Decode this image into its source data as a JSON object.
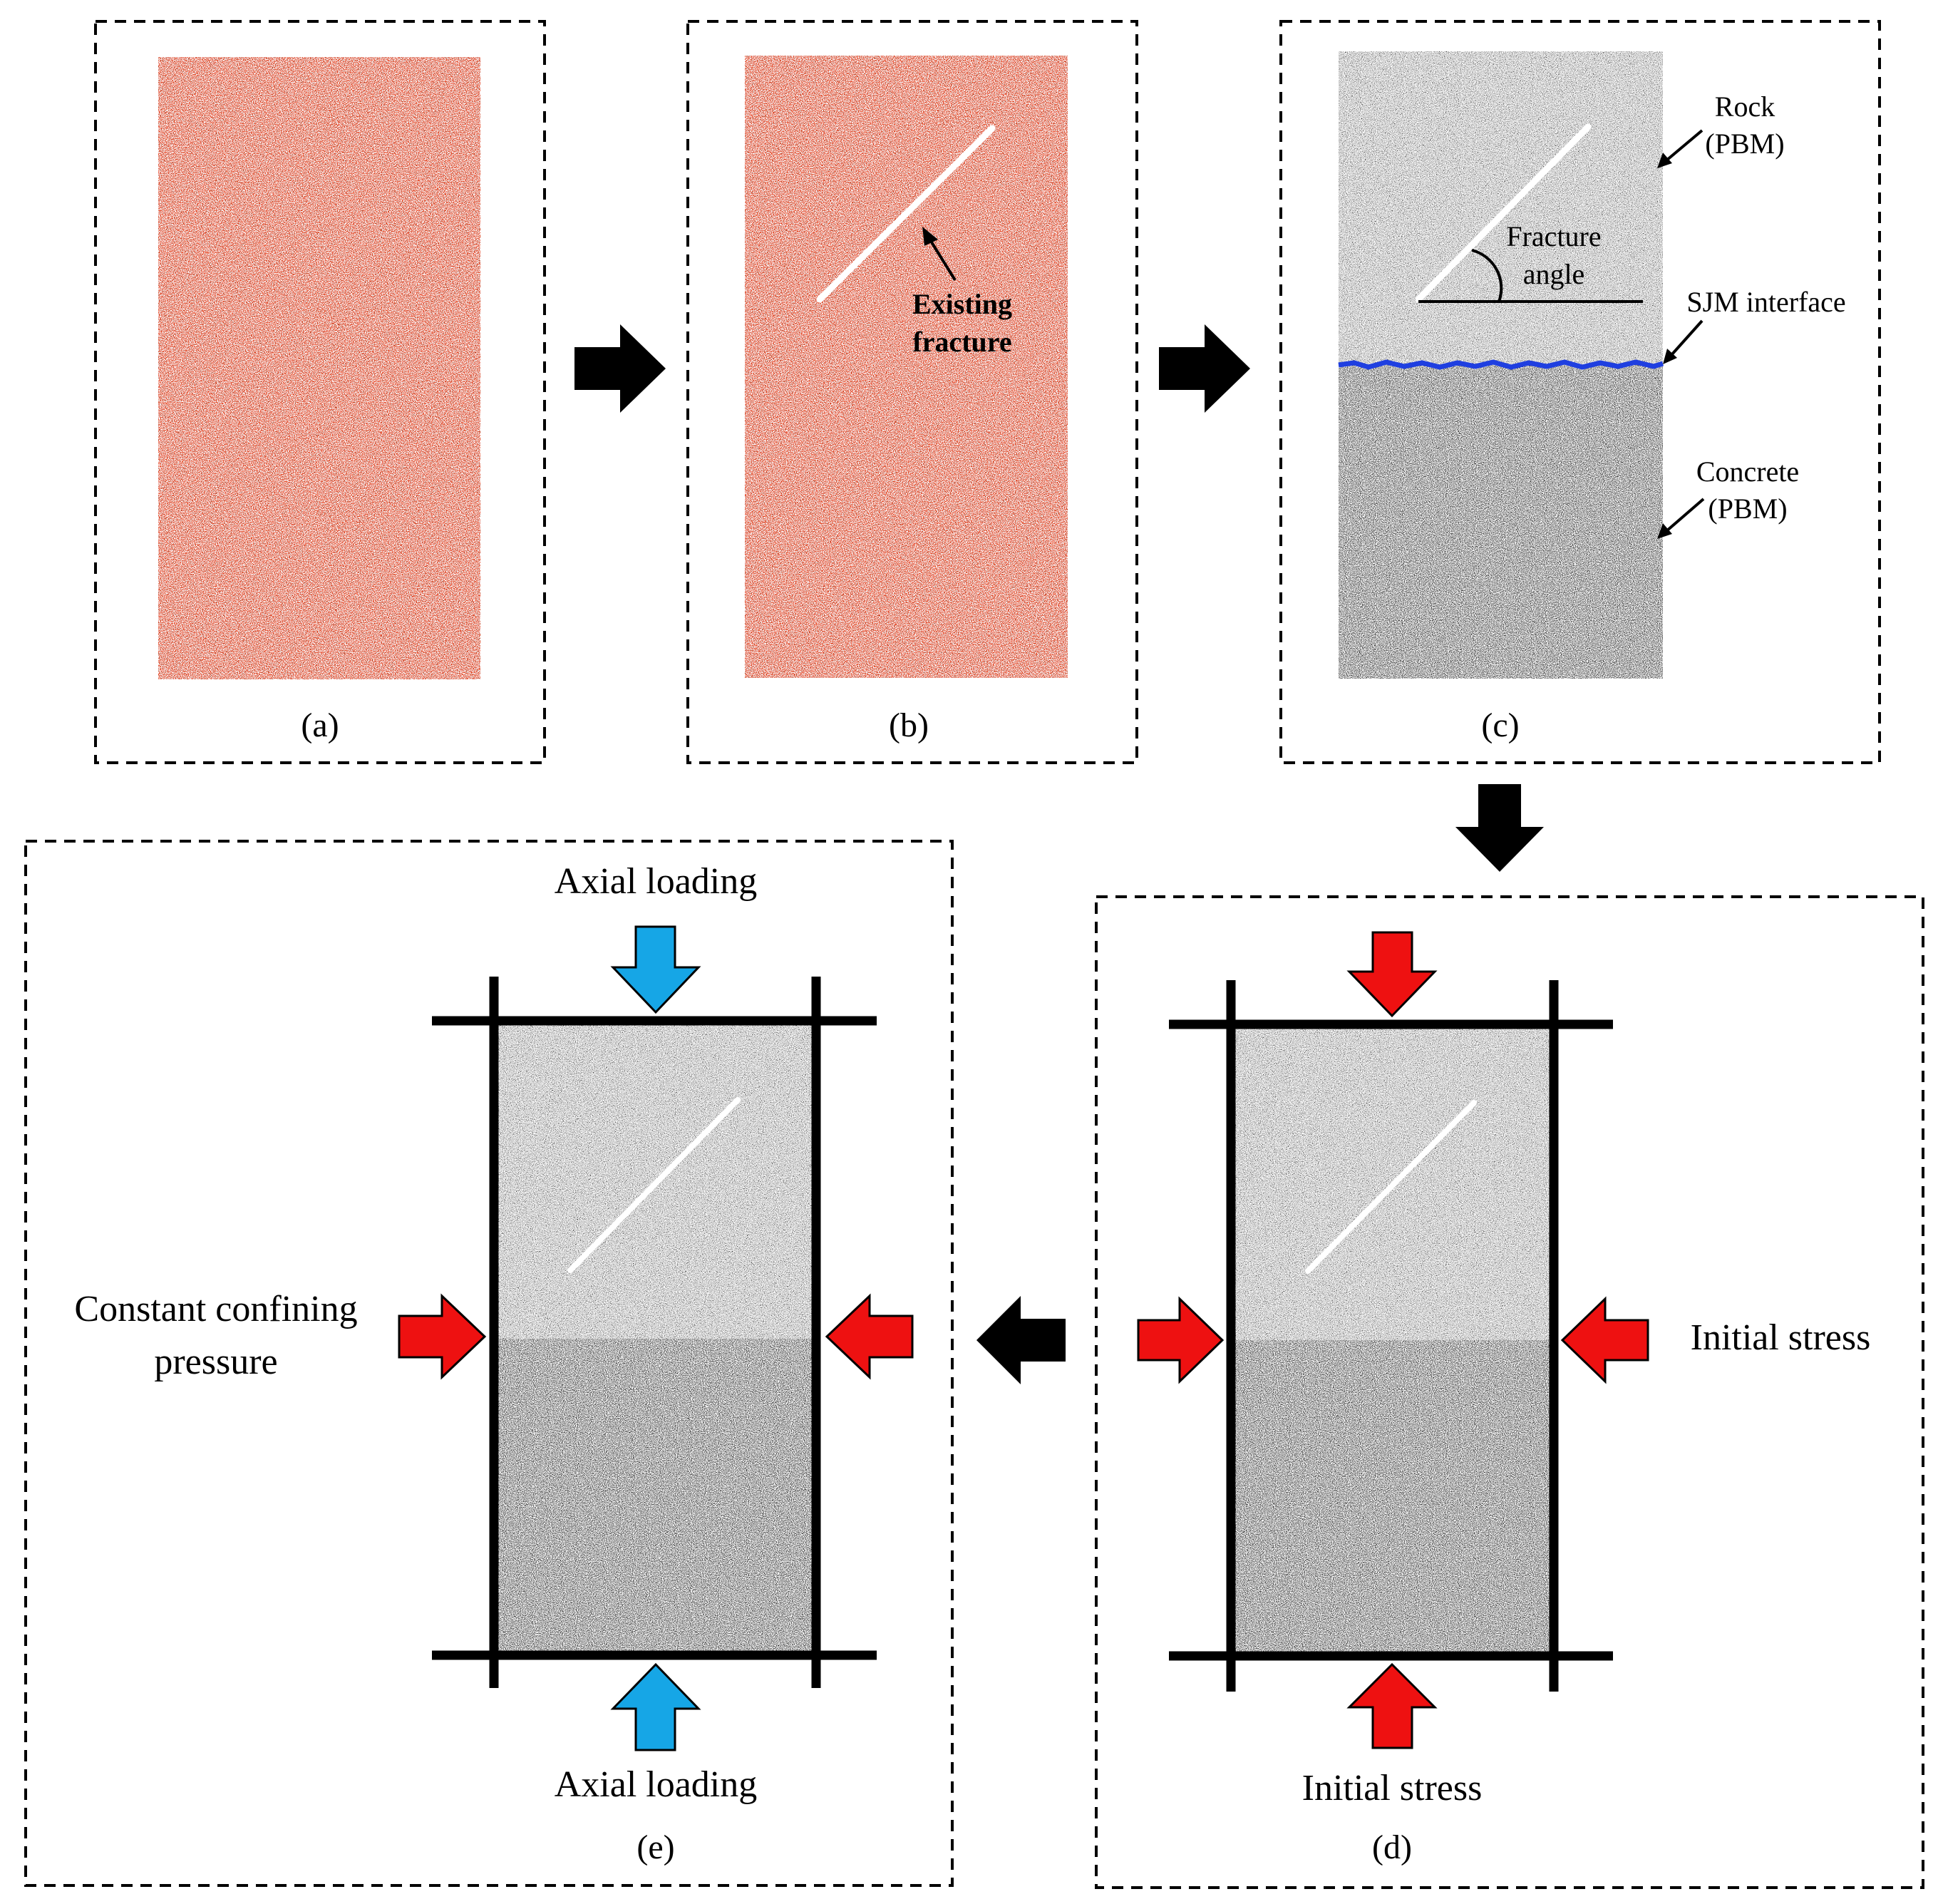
{
  "panels": {
    "a": {
      "caption": "(a)"
    },
    "b": {
      "caption": "(b)",
      "fracture_label_line1": "Existing",
      "fracture_label_line2": "fracture"
    },
    "c": {
      "caption": "(c)",
      "rock_line1": "Rock",
      "rock_line2": "(PBM)",
      "angle_line1": "Fracture",
      "angle_line2": "angle",
      "interface_label": "SJM interface",
      "concrete_line1": "Concrete",
      "concrete_line2": "(PBM)"
    },
    "d": {
      "caption": "(d)",
      "side_label": "Initial stress",
      "bottom_label": "Initial stress"
    },
    "e": {
      "caption": "(e)",
      "top_label": "Axial loading",
      "bottom_label": "Axial loading",
      "left_line1": "Constant confining",
      "left_line2": "pressure"
    }
  },
  "colors": {
    "orange_particles": "#e8421c",
    "rock_gray": "#b4b4b4",
    "concrete_gray": "#616161",
    "interface_blue": "#1f3fe0",
    "stress_red": "#ee1111",
    "loading_blue": "#16a6e6",
    "flow_arrow": "#000000"
  }
}
